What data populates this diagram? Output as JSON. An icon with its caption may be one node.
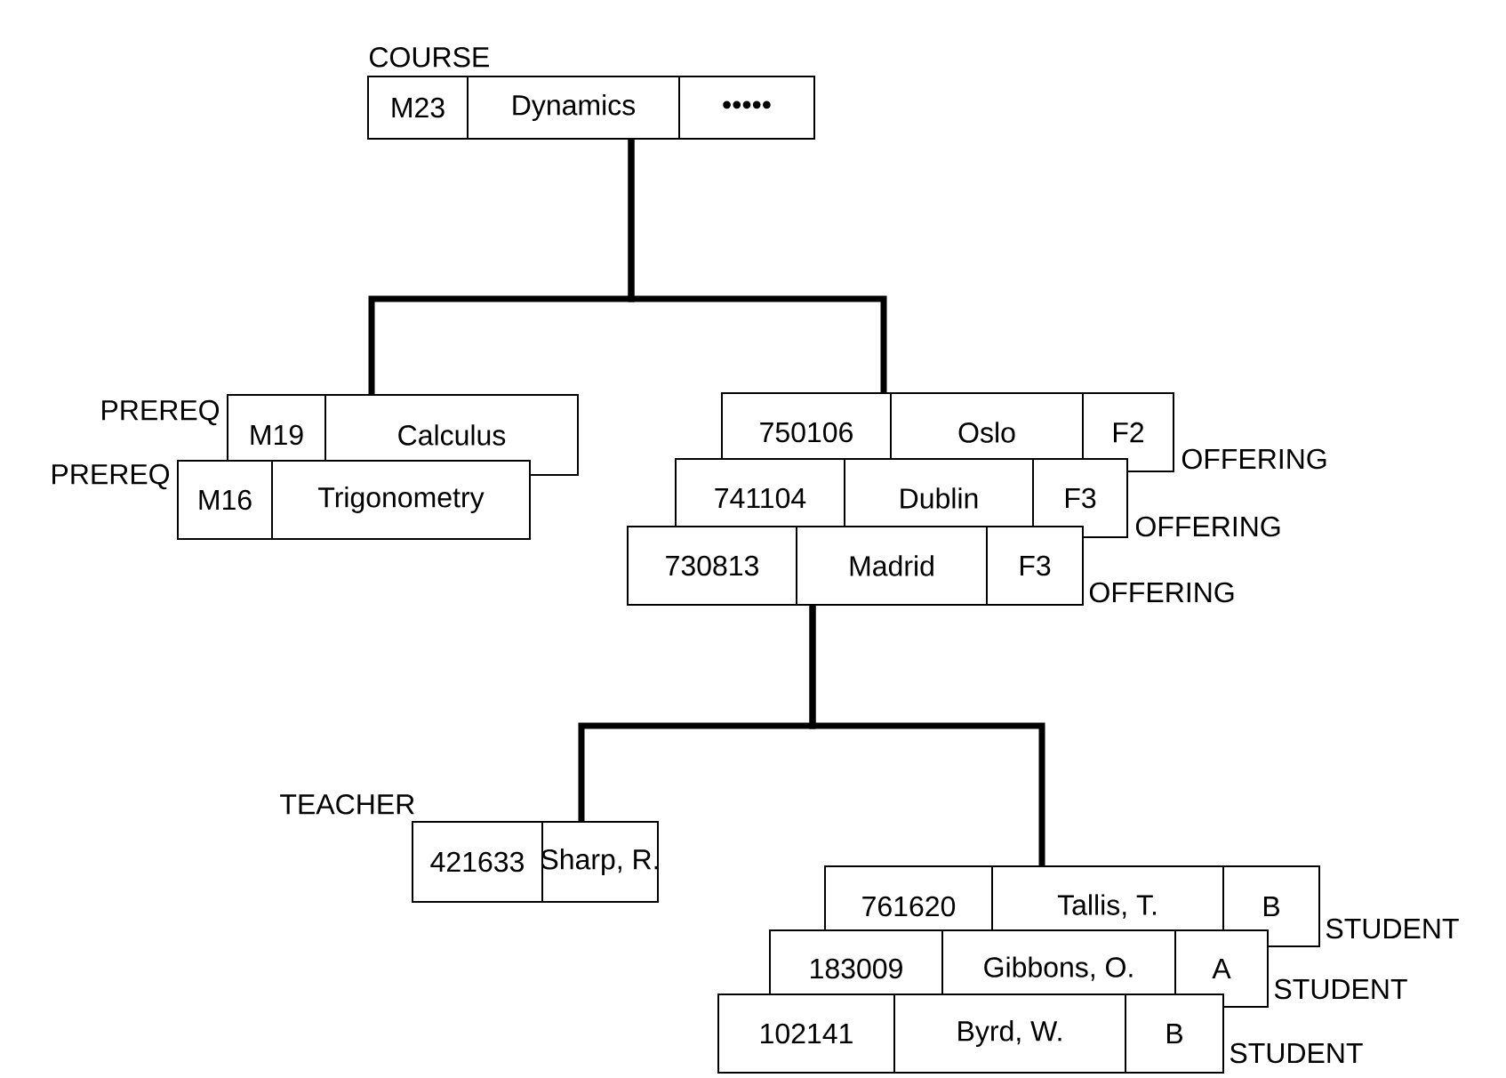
{
  "diagram": {
    "nodes": [
      {
        "text": [
          "M23",
          "Dynamics",
          "•••••"
        ],
        "beside": [
          "COURSE"
        ]
      },
      {
        "text": [
          "M19",
          "Calculus"
        ],
        "beside": [
          "PREREQ"
        ]
      },
      {
        "text": [
          "M16",
          "Trigonometry"
        ],
        "beside": [
          "PREREQ"
        ]
      },
      {
        "text": [
          "750106",
          "Oslo",
          "F2"
        ],
        "beside": [
          "OFFERING"
        ]
      },
      {
        "text": [
          "741104",
          "Dublin",
          "F3"
        ],
        "beside": [
          "OFFERING"
        ]
      },
      {
        "text": [
          "730813",
          "Madrid",
          "F3"
        ],
        "beside": [
          "OFFERING"
        ]
      },
      {
        "text": [
          "421633",
          "Sharp, R."
        ],
        "beside": [
          "TEACHER"
        ]
      },
      {
        "text": [
          "761620",
          "Tallis, T.",
          "B"
        ],
        "beside": [
          "STUDENT"
        ]
      },
      {
        "text": [
          "183009",
          "Gibbons, O.",
          "A"
        ],
        "beside": [
          "STUDENT"
        ]
      },
      {
        "text": [
          "102141",
          "Byrd, W.",
          "B"
        ],
        "beside": [
          "STUDENT"
        ]
      }
    ],
    "edges": [
      {
        "from": 0,
        "to": 1,
        "arrow": "none"
      },
      {
        "from": 0,
        "to": 3,
        "arrow": "none"
      },
      {
        "from": 5,
        "to": 6,
        "arrow": "none"
      },
      {
        "from": 5,
        "to": 7,
        "arrow": "none"
      }
    ]
  }
}
